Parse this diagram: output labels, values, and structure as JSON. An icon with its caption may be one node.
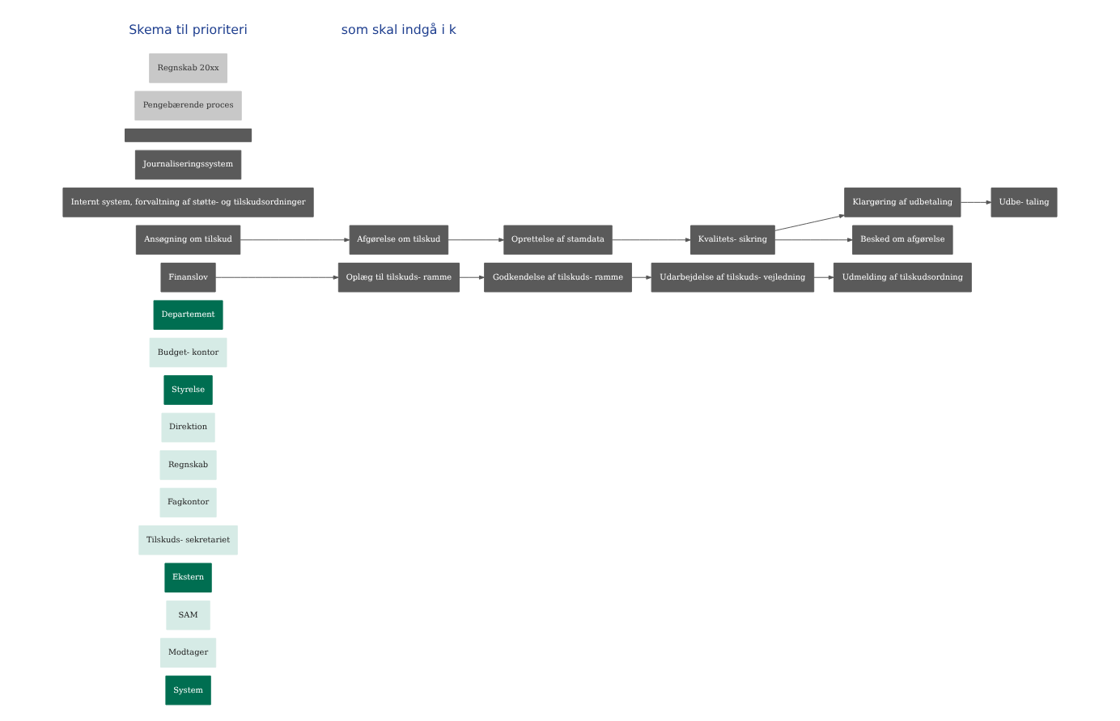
{
  "diagram": {
    "nodes": [
      {
        "text": [
          "Departement"
        ]
      },
      {
        "text": [
          "Budget- kontor"
        ]
      },
      {
        "text": [
          "Styrelse"
        ]
      },
      {
        "text": [
          "Direktion"
        ]
      },
      {
        "text": [
          "Regnskab"
        ]
      },
      {
        "text": [
          "Fagkontor"
        ]
      },
      {
        "text": [
          "Tilskuds- sekretariet"
        ]
      },
      {
        "text": [
          "Ekstern"
        ]
      },
      {
        "text": [
          "SAM"
        ]
      },
      {
        "text": [
          "Modtager"
        ]
      },
      {
        "text": [
          "System"
        ]
      },
      {
        "text": [
          "Finanslov"
        ]
      },
      {
        "text": [
          "Godkendelse af tilskuds- ramme"
        ]
      },
      {
        "text": [
          "Oprettelse af stamdata"
        ]
      },
      {
        "text": [
          "Klargøring af udbetaling"
        ]
      },
      {
        "text": [
          "Oplæg til tilskuds- ramme"
        ]
      },
      {
        "text": [
          "Udarbejdelse af tilskuds- vejledning"
        ]
      },
      {
        "text": [
          "Afgørelse om tilskud"
        ]
      },
      {
        "text": [
          "Udmelding af tilskudsordning"
        ]
      },
      {
        "text": [
          "Kvalitets- sikring"
        ]
      },
      {
        "text": [
          "Udbe- taling"
        ]
      },
      {
        "text": [
          "Ansøgning om tilskud"
        ]
      },
      {
        "text": [
          "Besked om afgørelse"
        ]
      },
      {
        "text": [
          "Internt system, forvaltning af støtte- og tilskudsordninger"
        ]
      },
      {
        "text": [
          "Journaliseringssystem"
        ]
      },
      {
        "text": [],
        "shape": "bar"
      },
      {
        "text": [
          "Pengebærende proces"
        ]
      },
      {
        "text": [
          "Regnskab 20xx"
        ]
      }
    ],
    "edges": [
      {
        "from": 11,
        "to": 15,
        "arrow": "to"
      },
      {
        "from": 15,
        "to": 12,
        "arrow": "to"
      },
      {
        "from": 12,
        "to": 16,
        "arrow": "to"
      },
      {
        "from": 16,
        "to": 18,
        "arrow": "to"
      },
      {
        "from": 21,
        "to": 17,
        "arrow": "to"
      },
      {
        "from": 17,
        "to": 13,
        "arrow": "to"
      },
      {
        "from": 13,
        "to": 19,
        "arrow": "to"
      },
      {
        "from": 19,
        "to": 14,
        "arrow": "to"
      },
      {
        "from": 19,
        "to": 22,
        "arrow": "to"
      },
      {
        "from": 14,
        "to": 20,
        "arrow": "to"
      }
    ],
    "labels": [
      "Skema til prioriteri",
      "som skal indgå i k"
    ]
  }
}
